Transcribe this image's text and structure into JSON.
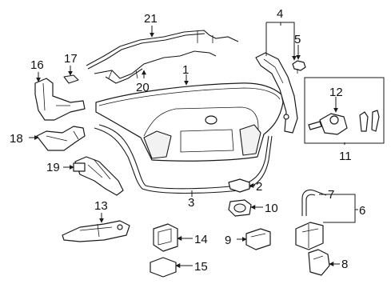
{
  "diagram": {
    "background": "#ffffff",
    "line_color": "#1a1a1a",
    "callouts": {
      "c1": "1",
      "c2": "2",
      "c3": "3",
      "c4": "4",
      "c5": "5",
      "c6": "6",
      "c7": "7",
      "c8": "8",
      "c9": "9",
      "c10": "10",
      "c11": "11",
      "c12": "12",
      "c13": "13",
      "c14": "14",
      "c15": "15",
      "c16": "16",
      "c17": "17",
      "c18": "18",
      "c19": "19",
      "c20": "20",
      "c21": "21"
    }
  }
}
